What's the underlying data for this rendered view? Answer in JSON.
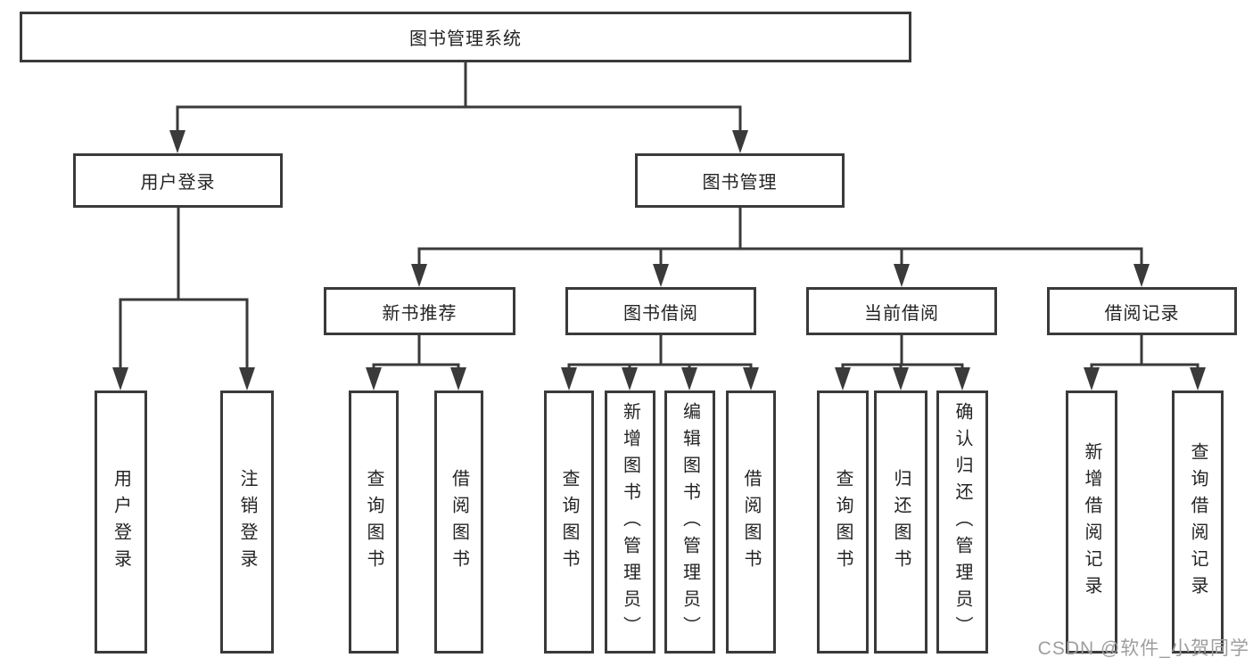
{
  "diagram": {
    "type": "hierarchy-tree",
    "tree": {
      "label": "图书管理系统",
      "children": [
        {
          "label": "用户登录",
          "children": [
            {
              "label": "用户登录"
            },
            {
              "label": "注销登录"
            }
          ]
        },
        {
          "label": "图书管理",
          "children": [
            {
              "label": "新书推荐",
              "children": [
                {
                  "label": "查询图书"
                },
                {
                  "label": "借阅图书"
                }
              ]
            },
            {
              "label": "图书借阅",
              "children": [
                {
                  "label": "查询图书"
                },
                {
                  "label": "新增图书（管理员）"
                },
                {
                  "label": "编辑图书（管理员）"
                },
                {
                  "label": "借阅图书"
                }
              ]
            },
            {
              "label": "当前借阅",
              "children": [
                {
                  "label": "查询图书"
                },
                {
                  "label": "归还图书"
                },
                {
                  "label": "确认归还（管理员）"
                }
              ]
            },
            {
              "label": "借阅记录",
              "children": [
                {
                  "label": "新增借阅记录"
                },
                {
                  "label": "查询借阅记录"
                }
              ]
            }
          ]
        }
      ]
    },
    "watermark": "CSDN @软件_小贺同学",
    "colors": {
      "line": "#3a3a3a",
      "box_border": "#3a3a3a",
      "text": "#242424",
      "watermark": "#9e9e9e",
      "background": "#ffffff"
    }
  }
}
